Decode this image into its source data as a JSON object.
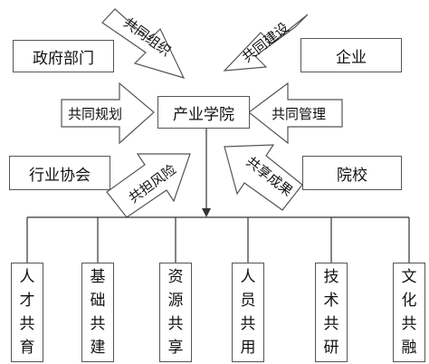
{
  "nodes": {
    "government": "政府部门",
    "enterprise": "企业",
    "center": "产业学院",
    "association": "行业协会",
    "school": "院校"
  },
  "arrows": {
    "co_organize": "共同组织",
    "co_build": "共同建设",
    "co_plan": "共同规划",
    "co_manage": "共同管理",
    "co_risk": "共担风险",
    "co_share": "共享成果"
  },
  "bottom": [
    [
      "人",
      "才",
      "共",
      "育"
    ],
    [
      "基",
      "础",
      "共",
      "建"
    ],
    [
      "资",
      "源",
      "共",
      "享"
    ],
    [
      "人",
      "员",
      "共",
      "用"
    ],
    [
      "技",
      "术",
      "共",
      "研"
    ],
    [
      "文",
      "化",
      "共",
      "融"
    ]
  ],
  "colors": {
    "border": "#555555",
    "line": "#333333",
    "fill": "#ffffff"
  }
}
